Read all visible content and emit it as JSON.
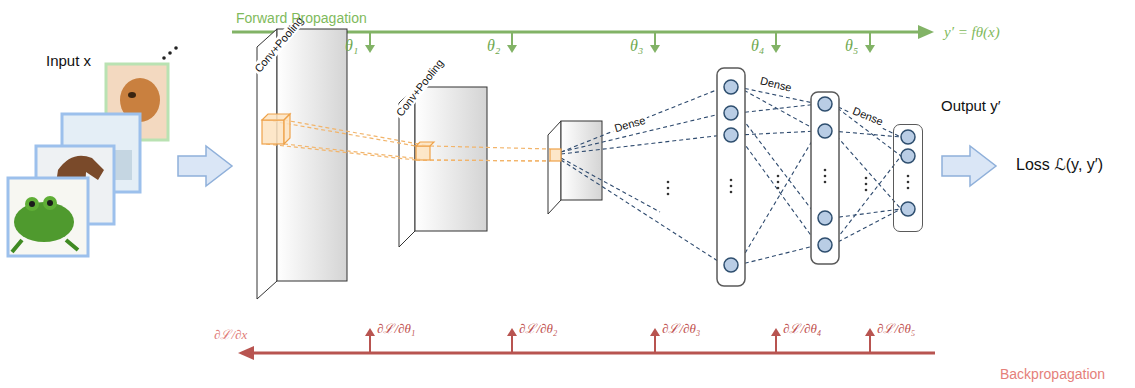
{
  "diagram": {
    "nodes": [
      {
        "text": [
          "Conv+Pooling"
        ]
      },
      {
        "text": [
          "Conv+Pooling"
        ]
      },
      {
        "text": [
          "Output y′"
        ]
      }
    ],
    "labels": [
      "Forward Propagation",
      "θ₁",
      "θ₂",
      "θ₃",
      "θ₄",
      "θ₅",
      "y′ = fθ(x)",
      "Input x",
      "Dense",
      "Dense",
      "Dense",
      "Loss ℒ(y, y′)",
      "∂ℒ/∂x",
      "∂ℒ/∂θ₁",
      "∂ℒ/∂θ₂",
      "∂ℒ/∂θ₃",
      "∂ℒ/∂θ₄",
      "∂ℒ/∂θ₅",
      "Backpropagation"
    ]
  }
}
